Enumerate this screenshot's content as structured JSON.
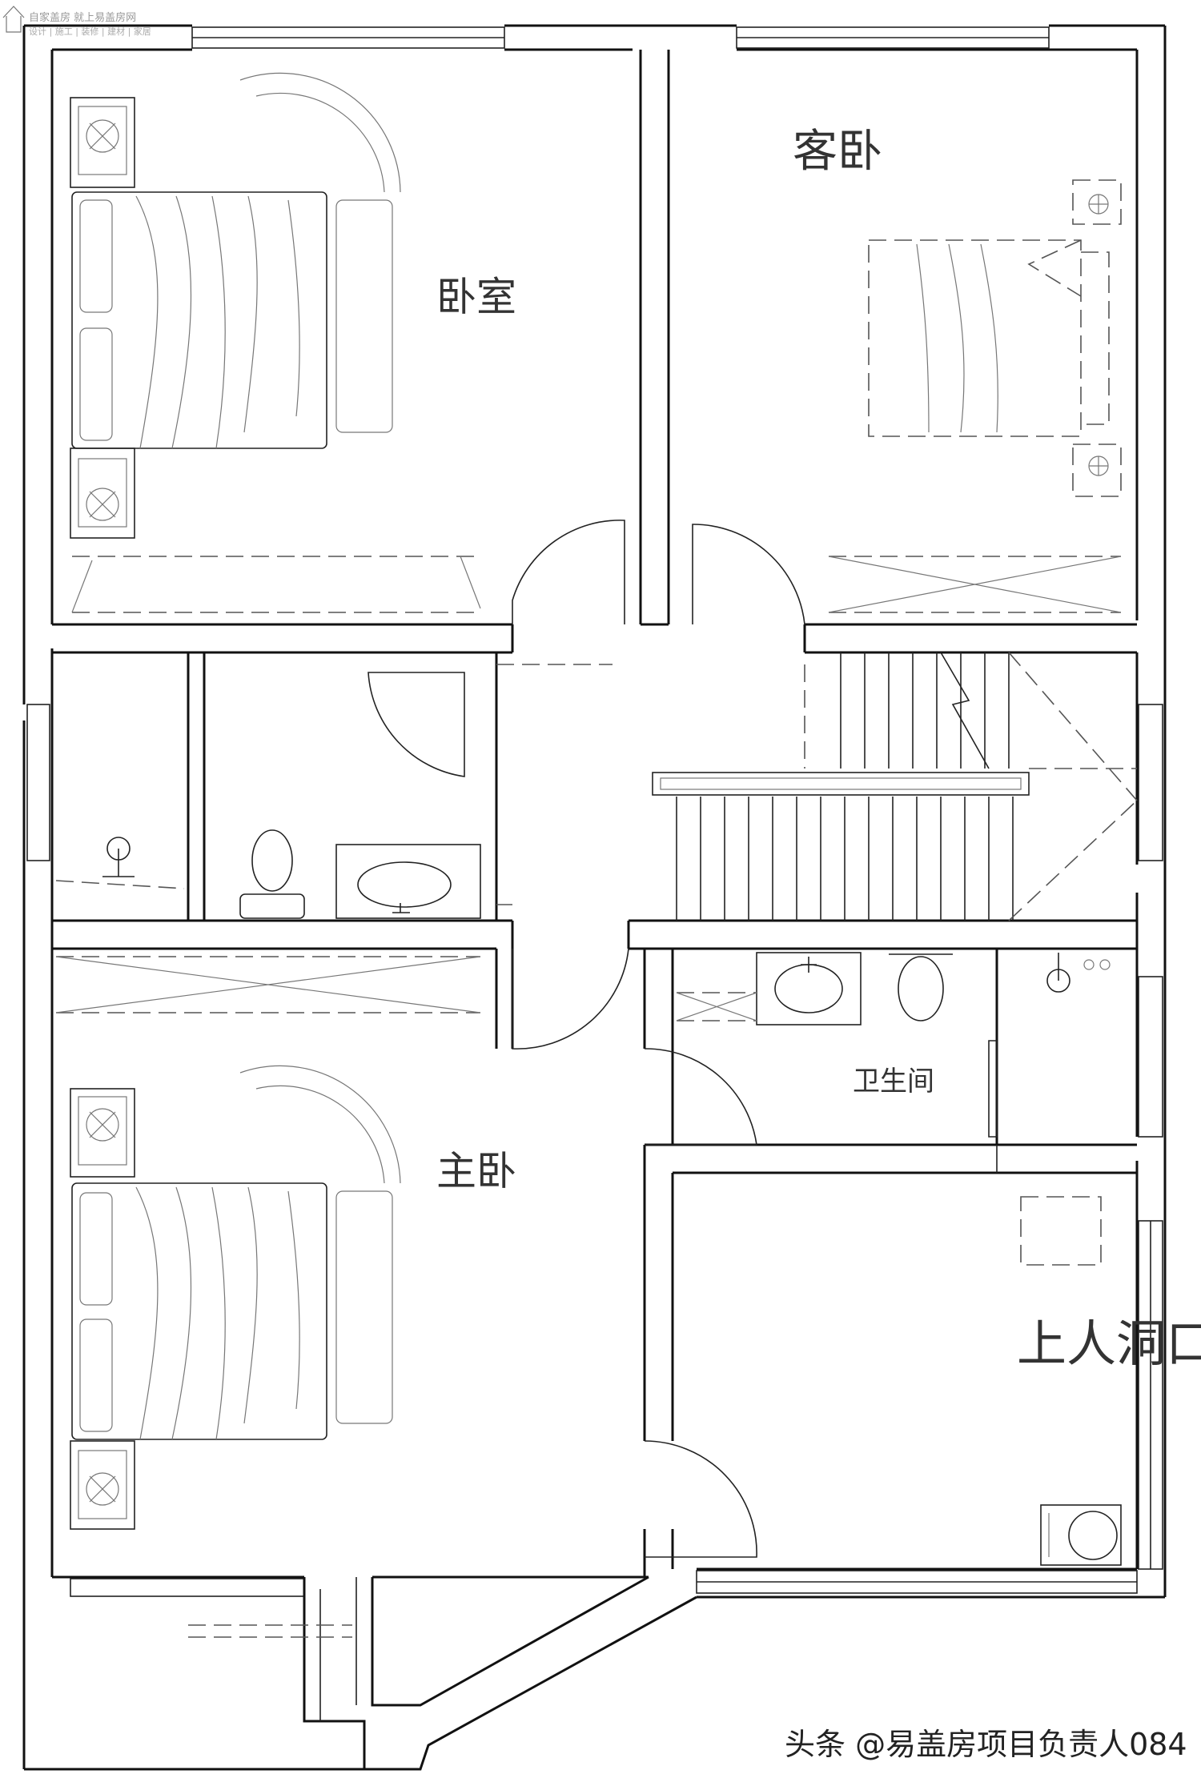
{
  "watermark": {
    "site": "自家盖房 就上易盖房网",
    "services": "设计 | 施工 | 装修 | 建材 | 家居"
  },
  "rooms": {
    "bedroom": "卧室",
    "guest_bedroom": "客卧",
    "master_bedroom": "主卧",
    "bathroom": "卫生间",
    "attic_access": "上人洞口"
  },
  "credit": "头条 @易盖房项目负责人084"
}
